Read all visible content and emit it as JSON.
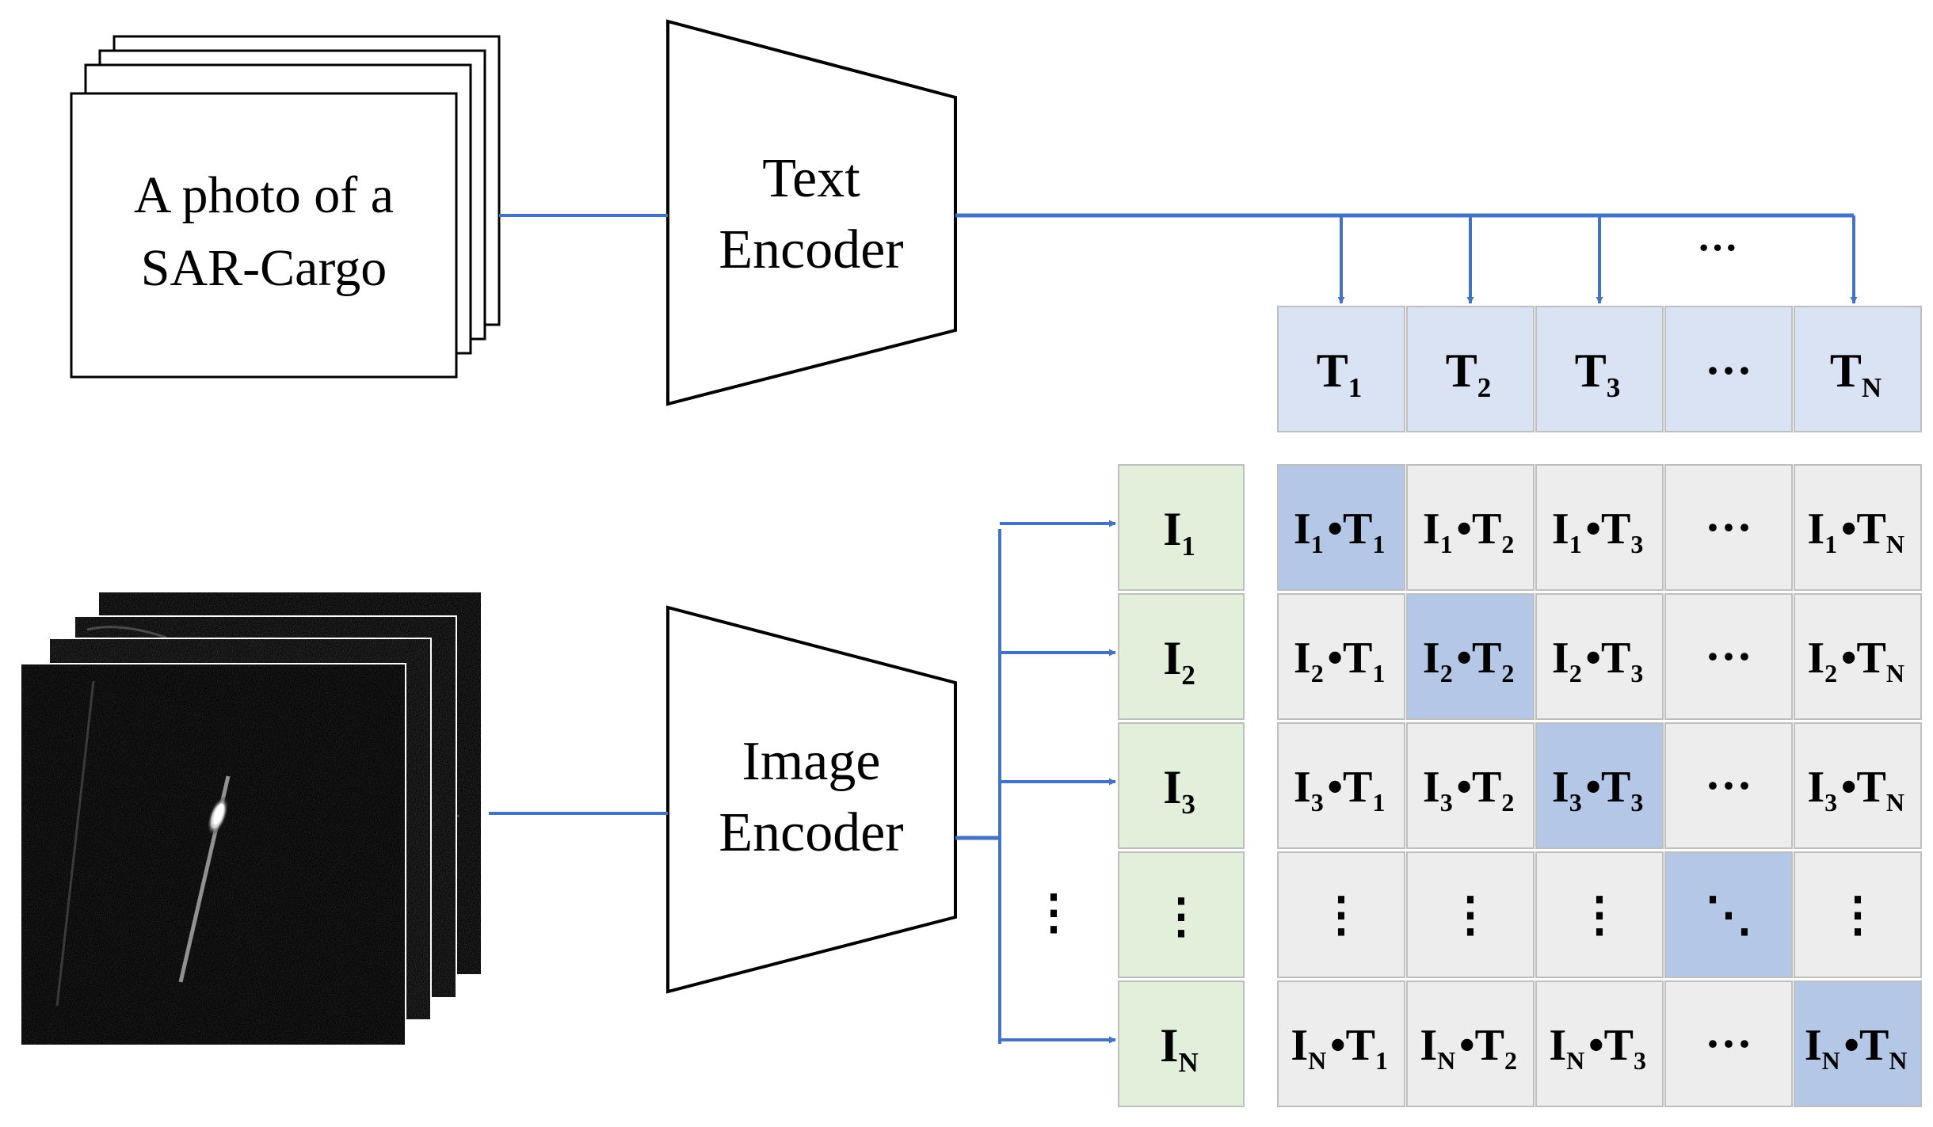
{
  "text_stack": {
    "caption_line1": "A photo of a",
    "caption_line2": "SAR-Cargo"
  },
  "text_encoder": {
    "line1": "Text",
    "line2": "Encoder"
  },
  "image_encoder": {
    "line1": "Image",
    "line2": "Encoder"
  },
  "text_features": [
    "T1",
    "T2",
    "T3",
    "···",
    "TN"
  ],
  "image_features": [
    "I1",
    "I2",
    "I3",
    "⋮",
    "IN"
  ],
  "matrix": {
    "rows": [
      [
        "I1•T1",
        "I1•T2",
        "I1•T3",
        "···",
        "I1•TN"
      ],
      [
        "I2•T1",
        "I2•T2",
        "I2•T3",
        "···",
        "I2•TN"
      ],
      [
        "I3•T1",
        "I3•T2",
        "I3•T3",
        "···",
        "I3•TN"
      ],
      [
        "⋮",
        "⋮",
        "⋮",
        "⋱",
        "⋮"
      ],
      [
        "IN•T1",
        "IN•T2",
        "IN•T3",
        "···",
        "IN•TN"
      ]
    ]
  },
  "ellipsis_h": "···",
  "ellipsis_v": "⋮",
  "colors": {
    "arrow": "#4472c4",
    "text_feature_fill": "#dae3f3",
    "image_feature_fill": "#e2efda",
    "cell_fill": "#ededed",
    "diagonal_fill": "#b4c7e7",
    "border": "#bfbfbf"
  }
}
